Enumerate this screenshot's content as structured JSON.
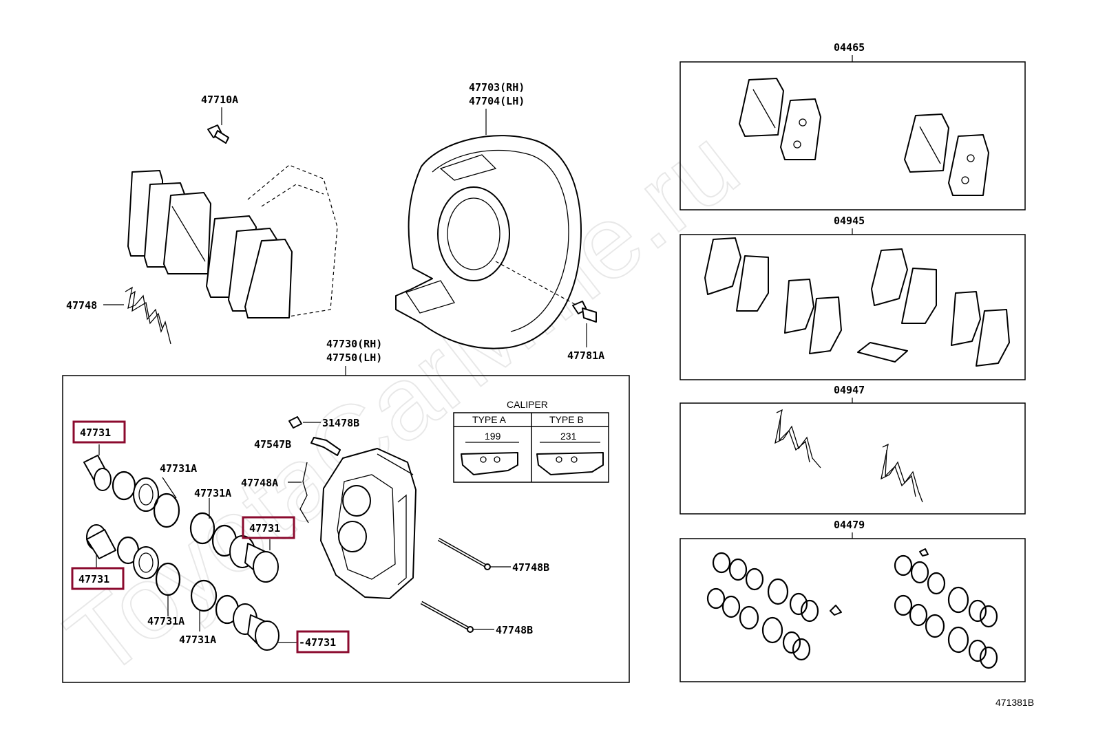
{
  "watermark": "ToyotaCarMine.ru",
  "diagram_id": "471381B",
  "highlight_color": "#8b0a2e",
  "labels": {
    "p47710a": "47710A",
    "p47703": "47703(RH)",
    "p47704": "47704(LH)",
    "p47748": "47748",
    "p47781a": "47781A",
    "p47730": "47730(RH)",
    "p47750": "47750(LH)",
    "p31478b": "31478B",
    "p47547b": "47547B",
    "p47748a": "47748A",
    "p47731a_1": "47731A",
    "p47731a_2": "47731A",
    "p47731a_3": "47731A",
    "p47731a_4": "47731A",
    "p47748b_1": "47748B",
    "p47748b_2": "47748B",
    "p47731_1": "47731",
    "p47731_2": "47731",
    "p47731_3": "47731",
    "p47731_4": "-47731"
  },
  "caliper_table": {
    "title": "CALIPER",
    "type_a": "TYPE A",
    "type_b": "TYPE B",
    "dim_a": "199",
    "dim_b": "231"
  },
  "kits": [
    {
      "code": "04465"
    },
    {
      "code": "04945"
    },
    {
      "code": "04947"
    },
    {
      "code": "04479"
    }
  ]
}
